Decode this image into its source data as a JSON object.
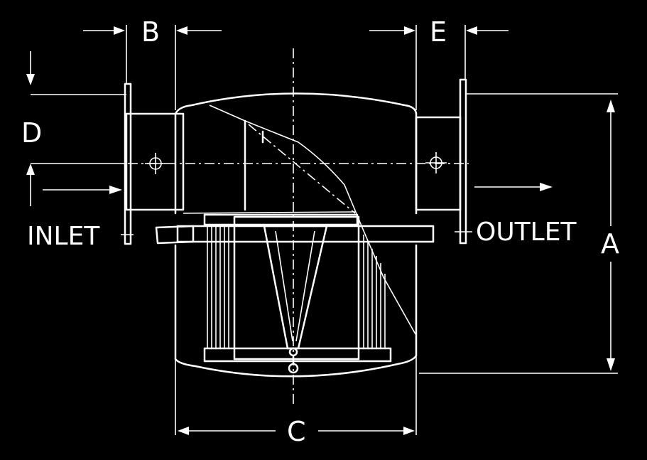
{
  "colors": {
    "background": "#000000",
    "line": "#ffffff"
  },
  "labels": {
    "a": "A",
    "b": "B",
    "c": "C",
    "d": "D",
    "e": "E",
    "inlet": "INLET",
    "outlet": "OUTLET"
  }
}
